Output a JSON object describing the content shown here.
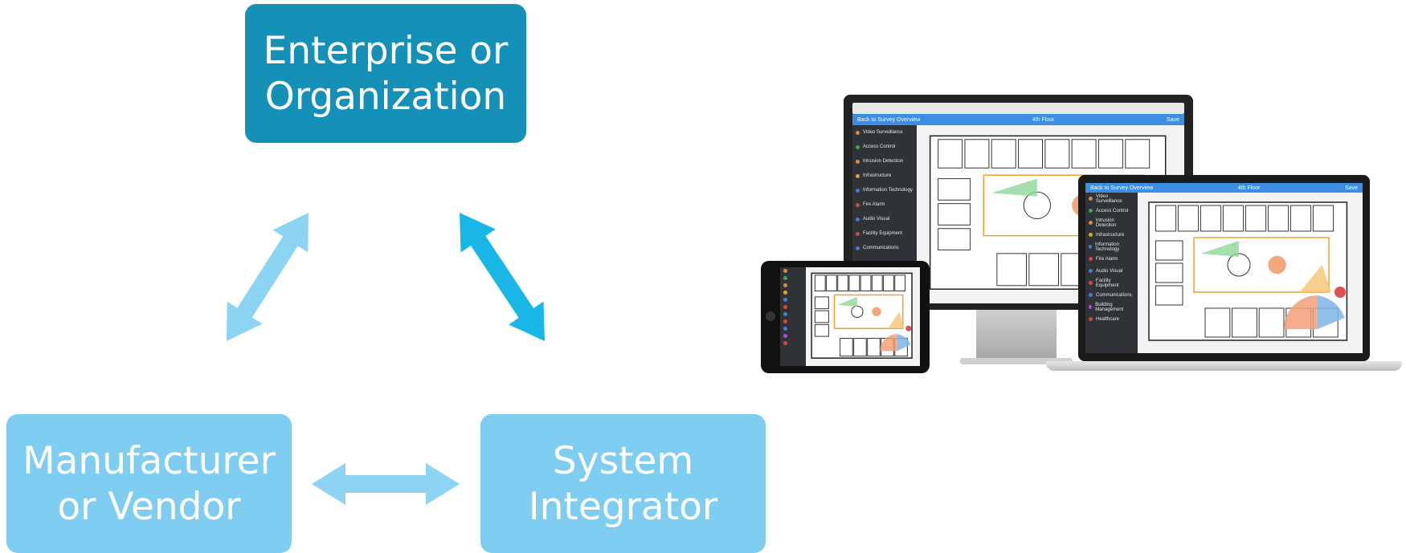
{
  "diagram": {
    "nodes": [
      {
        "id": "enterprise",
        "label": "Enterprise or\nOrganization",
        "color": "#1591b8"
      },
      {
        "id": "manufacturer",
        "label": "Manufacturer\nor Vendor",
        "color": "#7fcdf1"
      },
      {
        "id": "integrator",
        "label": "System\nIntegrator",
        "color": "#7fcdf1"
      }
    ],
    "edges": [
      {
        "from": "enterprise",
        "to": "manufacturer",
        "direction": "both",
        "color": "#8dd3f3"
      },
      {
        "from": "enterprise",
        "to": "integrator",
        "direction": "both",
        "color": "#1ab7e6"
      },
      {
        "from": "manufacturer",
        "to": "integrator",
        "direction": "both",
        "color": "#8dd3f3"
      }
    ]
  },
  "app": {
    "back_label": "Back to Survey Overview",
    "floor_title": "4th Floor",
    "save_label": "Save",
    "menu_items_desktop": [
      "Video Surveillance",
      "Access Control",
      "Intrusion Detection",
      "Infrastructure",
      "Information Technology",
      "Fire Alarm",
      "Audio Visual",
      "Facility Equipment",
      "Communications"
    ],
    "menu_items_laptop": [
      "Video Surveillance",
      "Access Control",
      "Intrusion Detection",
      "Infrastructure",
      "Information Technology",
      "Fire Alarm",
      "Audio Visual",
      "Facility Equipment",
      "Communications",
      "Building Management",
      "Healthcare"
    ],
    "menu_colors": [
      "#e0873a",
      "#3aa65a",
      "#e0873a",
      "#e0a33a",
      "#3a7ee0",
      "#d9453b",
      "#3a7ee0",
      "#d9453b",
      "#3a7ee0",
      "#b04ad9",
      "#d9453b"
    ]
  }
}
